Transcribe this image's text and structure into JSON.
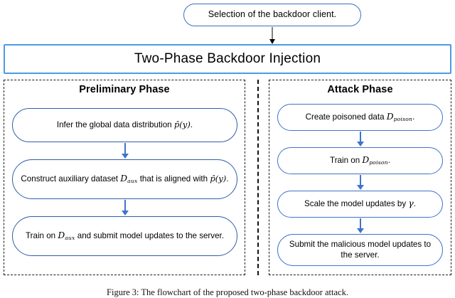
{
  "figure": {
    "type": "flowchart",
    "top_node": {
      "label": "Selection of the backdoor client."
    },
    "banner": {
      "label": "Two-Phase Backdoor Injection",
      "border_color": "#4d9ae8"
    },
    "panels": [
      {
        "id": "preliminary",
        "title": "Preliminary Phase",
        "steps": [
          {
            "pre": "Infer the global data distribution ",
            "math": "p̂(y)",
            "post": "."
          },
          {
            "pre": "Construct auxiliary dataset ",
            "math": "D",
            "sub": "aux",
            "post": " that is aligned with p̂(y)."
          },
          {
            "pre": "Train on ",
            "math": "D",
            "sub": "aux",
            "post": " and submit model updates to the server."
          }
        ]
      },
      {
        "id": "attack",
        "title": "Attack Phase",
        "steps": [
          {
            "pre": "Create poisoned data ",
            "math": "D",
            "sub": "poison",
            "post": "."
          },
          {
            "pre": "Train on ",
            "math": "D",
            "sub": "poison",
            "post": "."
          },
          {
            "pre": "Scale the model updates by ",
            "math": "γ",
            "post": "."
          },
          {
            "pre": "Submit the malicious model updates to the server.",
            "post": ""
          }
        ]
      }
    ],
    "colors": {
      "banner_border": "#4d9ae8",
      "pill_border": "#2f5ea8",
      "arrow_blue": "#3f74c9",
      "arrow_black": "#000000",
      "panel_dash": "#1a1a1a"
    },
    "caption": "Figure 3: The flowchart of the proposed two-phase backdoor attack."
  }
}
